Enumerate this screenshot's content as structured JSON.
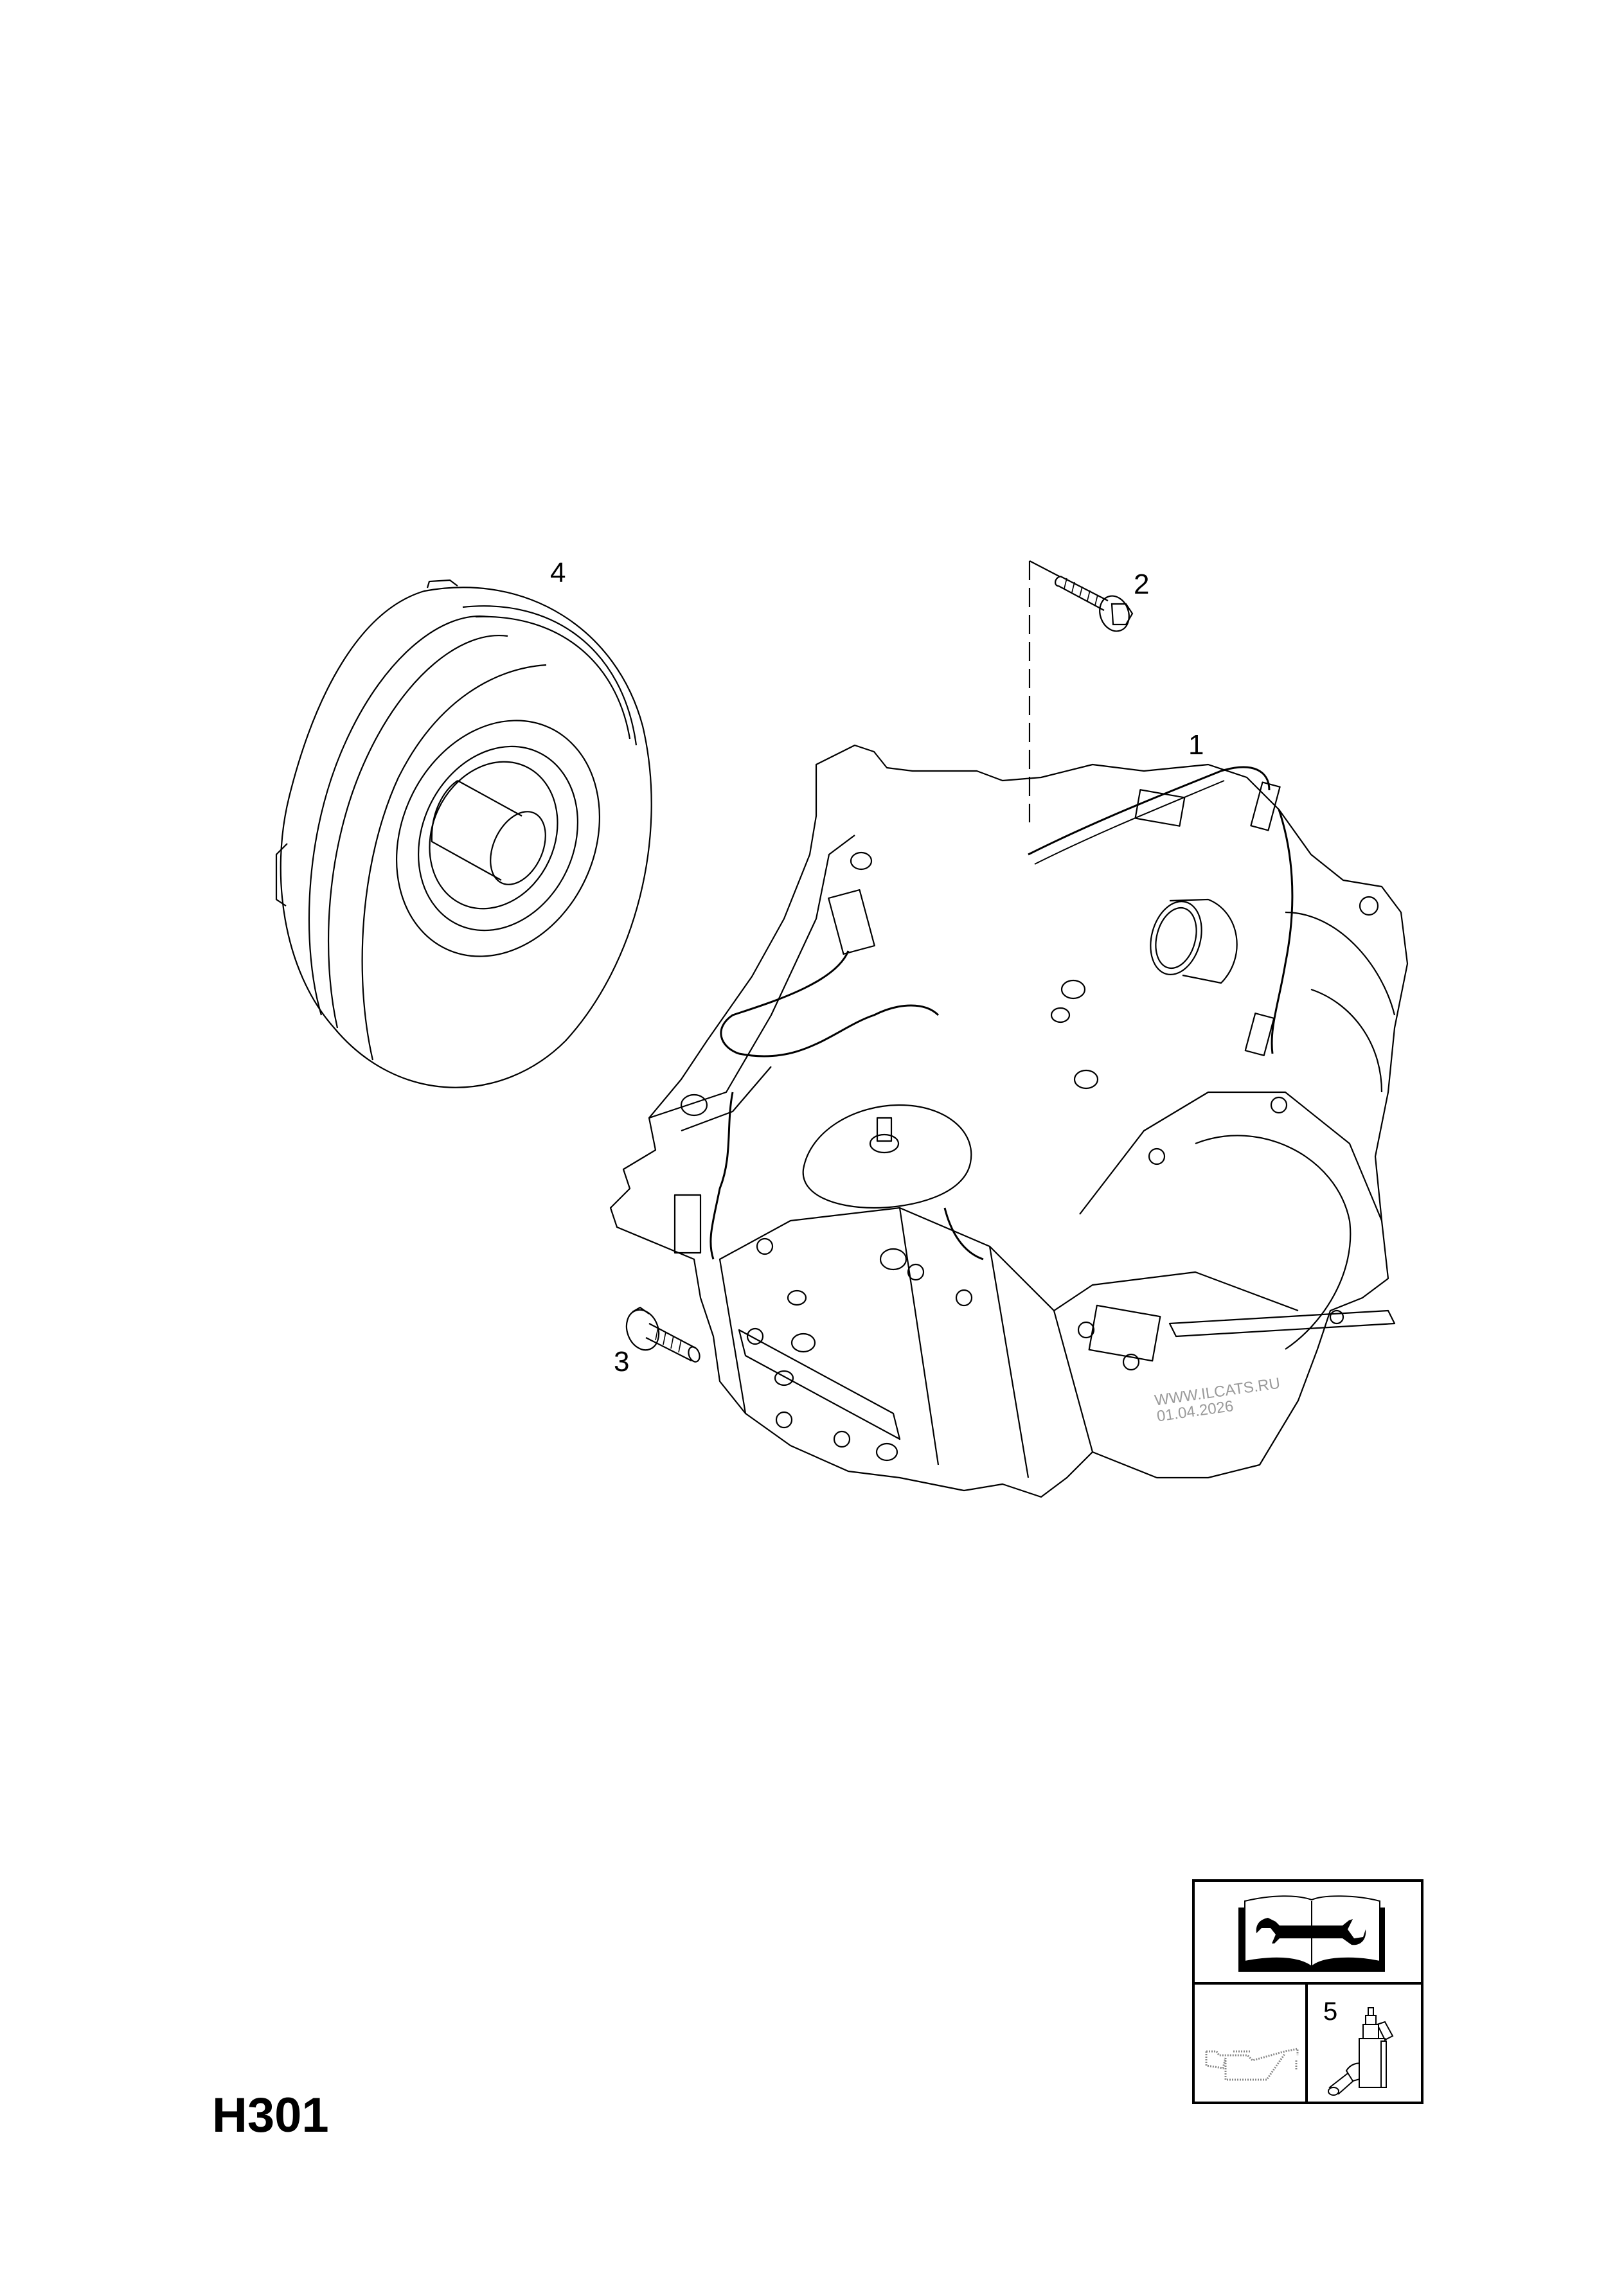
{
  "diagram": {
    "code": "H301",
    "watermark": [
      "WWW.ILCATS.RU",
      "01.04.2026"
    ]
  },
  "callouts": [
    {
      "id": "1",
      "label": "1",
      "part": "automatic-transmission-assembly"
    },
    {
      "id": "2",
      "label": "2",
      "part": "bolt-upper"
    },
    {
      "id": "3",
      "label": "3",
      "part": "bolt-lower"
    },
    {
      "id": "4",
      "label": "4",
      "part": "torque-converter"
    }
  ],
  "legend": {
    "top_icon": "service-manual-wrench-icon",
    "bottom_left_icon": "oil-can-icon",
    "bottom_right_label": "5",
    "bottom_right_icon": "sealant-bottle-icon"
  },
  "colors": {
    "line": "#000000",
    "background": "#ffffff",
    "watermark": "#9a9a9a",
    "oil_can_dotted": "#888888"
  }
}
